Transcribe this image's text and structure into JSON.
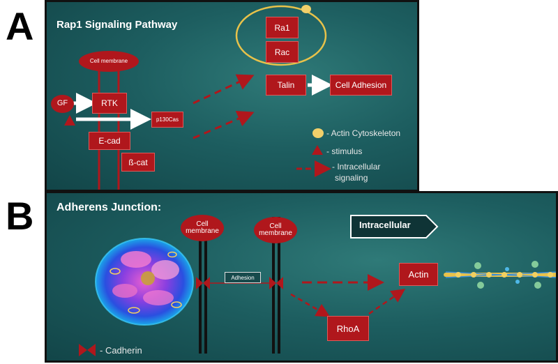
{
  "panel_a": {
    "letter": "A",
    "title": "Rap1 Signaling Pathway",
    "cell_membrane": "Cell membrane",
    "gf": "GF",
    "rtk": "RTK",
    "p130cas": "p130Cas",
    "ecad": "E-cad",
    "bcat": "ß-cat",
    "ra1": "Ra1",
    "rac": "Rac",
    "talin": "Talin",
    "cell_adhesion": "Cell Adhesion",
    "legend": {
      "actin": "- Actin Cytoskeleton",
      "stimulus": "- stimulus",
      "signaling_line1": "- Intracellular",
      "signaling_line2": "signaling"
    }
  },
  "panel_b": {
    "letter": "B",
    "title": "Adherens Junction:",
    "membrane1_line1": "Cell",
    "membrane1_line2": "membrane",
    "membrane2_line1": "Cell",
    "membrane2_line2": "membrane",
    "adhesion": "Adhesion",
    "intracellular": "Intracellular",
    "actin": "Actin",
    "rhoa": "RhoA",
    "legend_cadherin": "- Cadherin"
  },
  "colors": {
    "red": "#b0171c",
    "yellow": "#e8c24a",
    "teal_bg": "#1d5e60"
  }
}
